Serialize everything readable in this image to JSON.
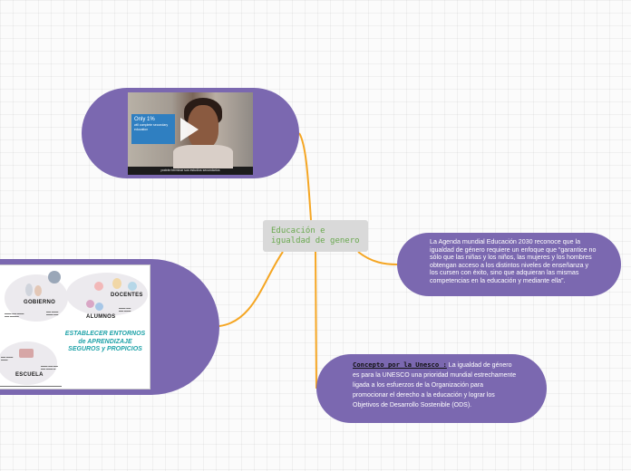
{
  "central": {
    "title": "Educación e igualdad de genero"
  },
  "video": {
    "caption_big": "Only 1%",
    "caption_small": "will complete secondary education",
    "subtitle": "podrán terminar sus estudios secundarios"
  },
  "infographic": {
    "gobierno": "GOBIERNO",
    "docentes": "DOCENTES",
    "alumnos": "ALUMNOS",
    "escuela": "ESCUELA",
    "title": "ESTABLECER ENTORNOS de APRENDIZAJE SEGUROS y PROPICIOS"
  },
  "agenda": {
    "text": "La Agenda mundial Educación 2030 reconoce que la igualdad de género requiere un enfoque que “garantice no sólo que las niñas y los niños, las mujeres y los hombres obtengan acceso a los distintos niveles de enseñanza y los cursen con éxito, sino que adquieran las mismas competencias en la educación y mediante ella”."
  },
  "concepto": {
    "title": "Concepto por la Unesco :",
    "text": " La igualdad de género es para la UNESCO una prioridad mundial estrechamente ligada a los esfuerzos de la Organización para promocionar el derecho a la educación y lograr los Objetivos de Desarrollo Sostenible (ODS)."
  },
  "colors": {
    "node_fill": "#7b68b0",
    "connector": "#f5a623",
    "central_fill": "#d9d9d9",
    "central_text": "#6aa84f"
  }
}
